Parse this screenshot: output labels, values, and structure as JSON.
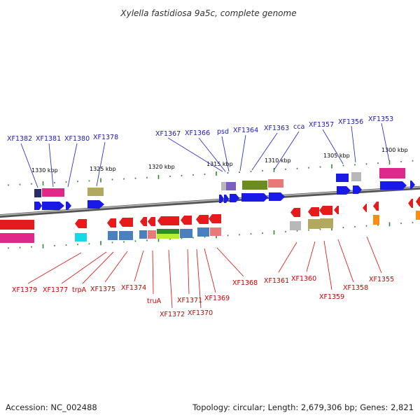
{
  "title": "Xylella fastidiosa 9a5c, complete genome",
  "footer": {
    "accession": "Accession: NC_002488",
    "topology": "Topology: circular; Length: 2,679,306 bp; Genes: 2,821"
  },
  "colors": {
    "backbone": "#8c8c8c",
    "tick": "#2e8b2e",
    "top_label": "#1a1ab0",
    "bottom_label": "#cc0000",
    "leader_top": "#3333cc",
    "leader_bottom": "#dd2222"
  },
  "scale_labels": [
    "1330 kbp",
    "1325 kbp",
    "1320 kbp",
    "1315 kbp",
    "1310 kbp",
    "1305 kbp",
    "1300 kbp"
  ],
  "top_genes": [
    "XF1382",
    "XF1381",
    "XF1380",
    "XF1378",
    "XF1367",
    "XF1366",
    "psd",
    "XF1364",
    "XF1363",
    "cca",
    "XF1357",
    "XF1356",
    "XF1353"
  ],
  "bottom_genes": [
    "XF1379",
    "XF1377",
    "trpA",
    "XF1375",
    "XF1374",
    "truA",
    "XF1372",
    "XF1371",
    "XF1370",
    "XF1369",
    "XF1368",
    "XF1361",
    "XF1360",
    "XF1359",
    "XF1358",
    "XF1355"
  ]
}
